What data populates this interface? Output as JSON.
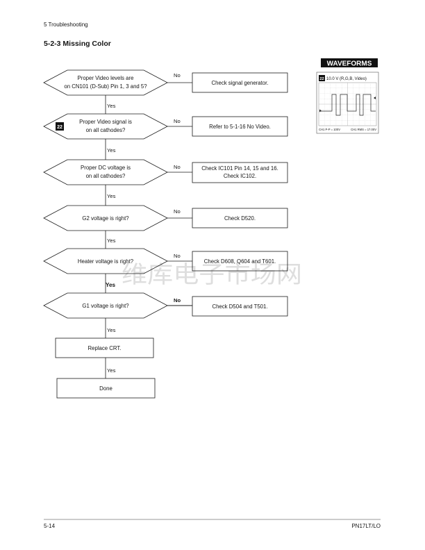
{
  "header": {
    "section": "5 Troubleshooting"
  },
  "title": "5-2-3 Missing Color",
  "flowchart": {
    "decisions": [
      {
        "lines": [
          "Proper Video levels are",
          "on CN101 (D-Sub) Pin 1, 3 and 5?"
        ],
        "yes_label": "Yes",
        "no_label": "No",
        "action": [
          "Check signal generator."
        ]
      },
      {
        "badge": "22",
        "lines": [
          "Proper Video signal is",
          "on all cathodes?"
        ],
        "yes_label": "Yes",
        "no_label": "No",
        "action": [
          "Refer to 5-1-16 No Video."
        ]
      },
      {
        "lines": [
          "Proper DC voltage is",
          "on all cathodes?"
        ],
        "yes_label": "Yes",
        "no_label": "No",
        "action": [
          "Check IC101 Pin 14, 15 and 16.",
          "Check IC102."
        ]
      },
      {
        "lines": [
          "G2 voltage is right?"
        ],
        "yes_label": "Yes",
        "no_label": "No",
        "action": [
          "Check D520."
        ]
      },
      {
        "lines": [
          "Heater voltage is right?"
        ],
        "yes_label": "Yes",
        "no_label": "No",
        "action": [
          "Check D608, Q604 and T601."
        ]
      },
      {
        "lines": [
          "G1 voltage is right?"
        ],
        "yes_label": "Yes",
        "no_label": "No",
        "action": [
          "Check D504 and T501."
        ]
      }
    ],
    "steps": [
      {
        "label": "Replace CRT.",
        "yes_label": "Yes"
      },
      {
        "label": "Done"
      }
    ]
  },
  "waveforms": {
    "title": "WAVEFORMS",
    "badge": "22",
    "scale": "10.0 V (R,G,B, Video)",
    "readout_left": "CH1 P-P = 100V",
    "readout_right": "CH1 RMS = 17.00V"
  },
  "watermark": "维库电子市场网",
  "footer": {
    "page": "5-14",
    "model": "PN17LT/LO"
  }
}
